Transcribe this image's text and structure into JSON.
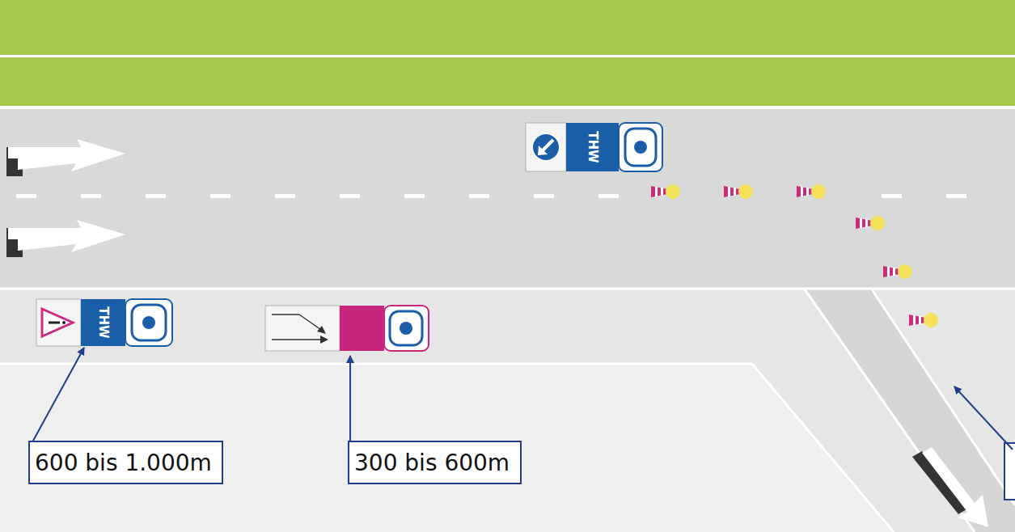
{
  "diagram": {
    "nodes": [
      {
        "text": [
          "THW"
        ]
      },
      {
        "text": [
          "THW"
        ]
      },
      {
        "text": [
          "600 bis 1.000m"
        ]
      },
      {
        "text": [
          "300 bis 600m"
        ]
      }
    ],
    "edges": [
      {
        "from": 2,
        "to": 1,
        "arrow": "to"
      }
    ]
  }
}
